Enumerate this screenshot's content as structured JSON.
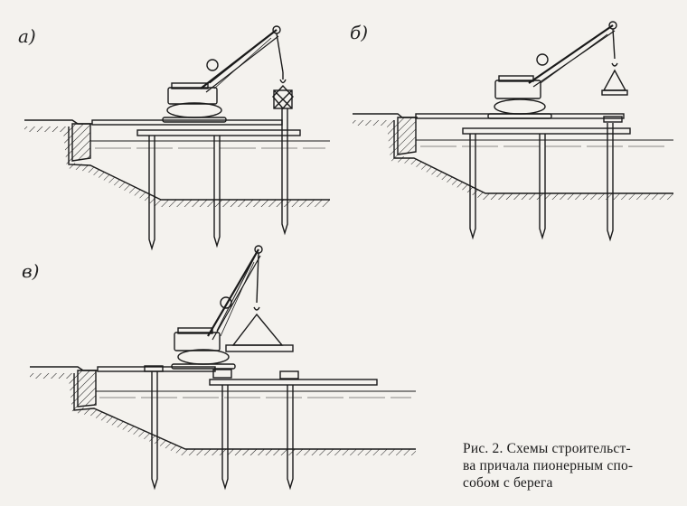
{
  "figure": {
    "panels": [
      {
        "id": "a",
        "label": "а)"
      },
      {
        "id": "b",
        "label": "б)"
      },
      {
        "id": "v",
        "label": "в)"
      }
    ],
    "caption_lines": [
      "Рис. 2. Схемы строительст-",
      "ва причала пионерным спо-",
      "собом с берега"
    ]
  },
  "colors": {
    "ink": "#1a1a1a",
    "paper": "#f4f2ee"
  }
}
